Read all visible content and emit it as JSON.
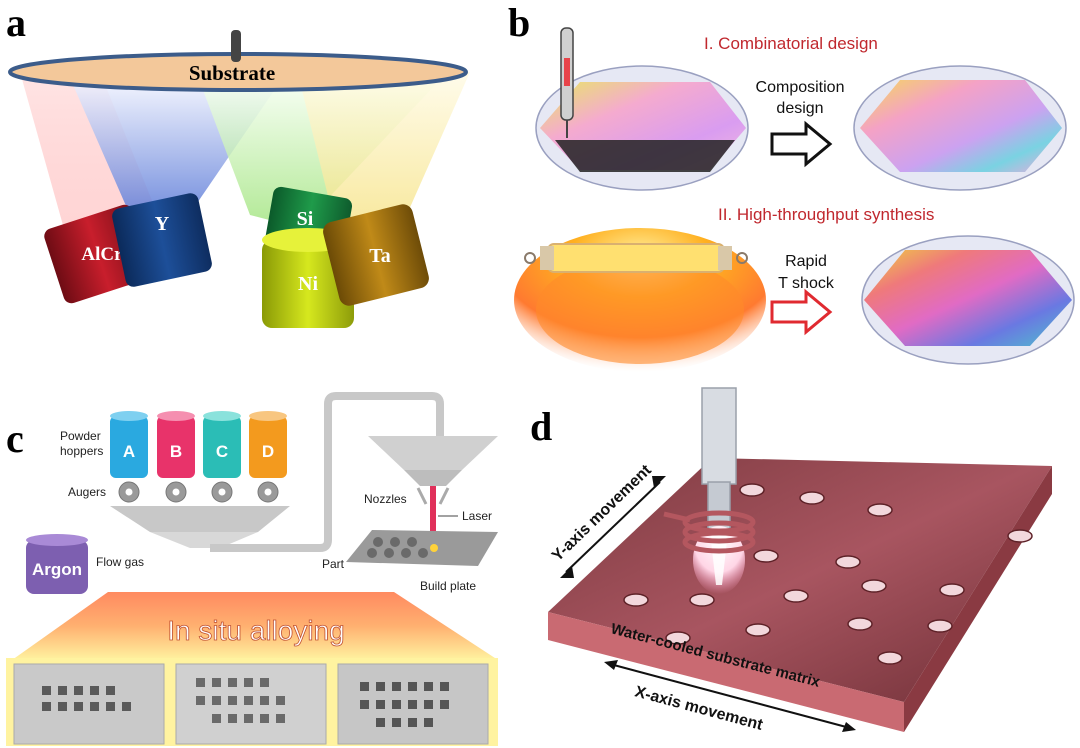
{
  "panel_a": {
    "label": "a",
    "substrate": "Substrate",
    "targets": [
      "AlCr",
      "Y",
      "Si",
      "Ni",
      "Ta"
    ]
  },
  "panel_b": {
    "label": "b",
    "step1": "I. Combinatorial design",
    "arrow1_line1": "Composition",
    "arrow1_line2": "design",
    "step2": "II. High-throughput synthesis",
    "arrow2_line1": "Rapid",
    "arrow2_line2": "T shock"
  },
  "panel_c": {
    "label": "c",
    "powder_hoppers_line1": "Powder",
    "powder_hoppers_line2": "hoppers",
    "augers": "Augers",
    "hoppers": [
      "A",
      "B",
      "C",
      "D"
    ],
    "argon": "Argon",
    "flow_gas": "Flow gas",
    "nozzles": "Nozzles",
    "laser": "Laser",
    "part": "Part",
    "build_plate": "Build plate",
    "in_situ": "In situ alloying"
  },
  "panel_d": {
    "label": "d",
    "y_axis": "Y-axis movement",
    "x_axis": "X-axis movement",
    "substrate_matrix": "Water-cooled substrate matrix"
  },
  "colors": {
    "hopper_a": "#2aa9e0",
    "hopper_b": "#e8336a",
    "hopper_c": "#2bbdb6",
    "hopper_d": "#f39a1e",
    "argon": "#7d5fb0",
    "copper": "#b4575f",
    "title_red": "#c0282e"
  }
}
